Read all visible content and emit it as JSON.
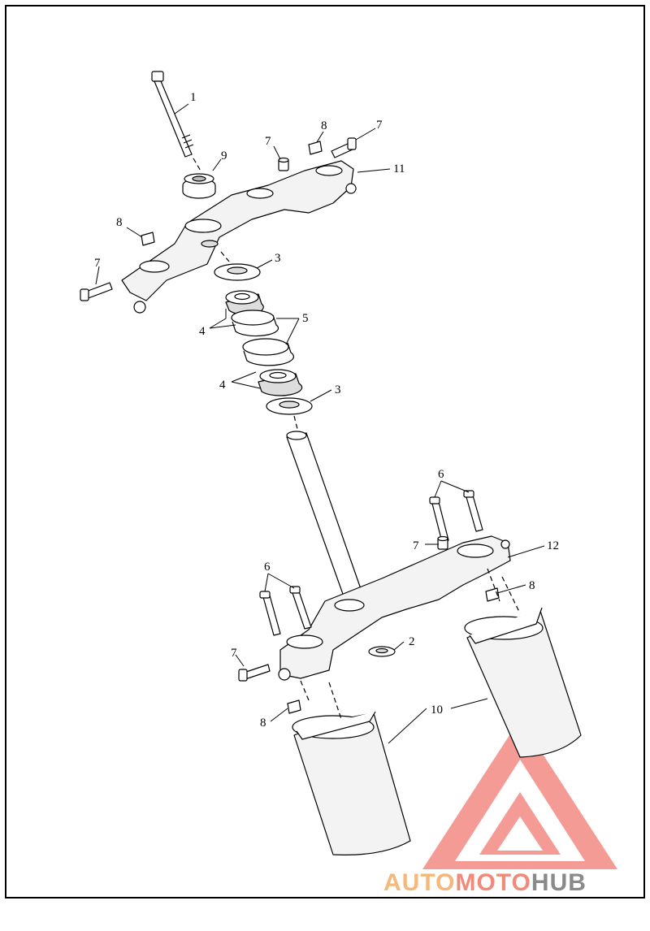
{
  "diagram": {
    "labels": [
      {
        "id": "c1",
        "text": "1"
      },
      {
        "id": "c2",
        "text": "2"
      },
      {
        "id": "c3a",
        "text": "3"
      },
      {
        "id": "c3b",
        "text": "3"
      },
      {
        "id": "c4a",
        "text": "4"
      },
      {
        "id": "c4b",
        "text": "4"
      },
      {
        "id": "c5",
        "text": "5"
      },
      {
        "id": "c6a",
        "text": "6"
      },
      {
        "id": "c6b",
        "text": "6"
      },
      {
        "id": "c7a",
        "text": "7"
      },
      {
        "id": "c7b",
        "text": "7"
      },
      {
        "id": "c7c",
        "text": "7"
      },
      {
        "id": "c7d",
        "text": "7"
      },
      {
        "id": "c7e",
        "text": "7"
      },
      {
        "id": "c8a",
        "text": "8"
      },
      {
        "id": "c8b",
        "text": "8"
      },
      {
        "id": "c8c",
        "text": "8"
      },
      {
        "id": "c8d",
        "text": "8"
      },
      {
        "id": "c9",
        "text": "9"
      },
      {
        "id": "c10",
        "text": "10"
      },
      {
        "id": "c11",
        "text": "11"
      },
      {
        "id": "c12",
        "text": "12"
      }
    ]
  },
  "watermark": {
    "part1": "AUTO",
    "part2": "MOTO",
    "part3": "HUB",
    "colors": {
      "auto": "#f6b77a",
      "moto": "#f28a7a",
      "hub": "#8a8a8a",
      "logo": "#f05a50"
    }
  }
}
